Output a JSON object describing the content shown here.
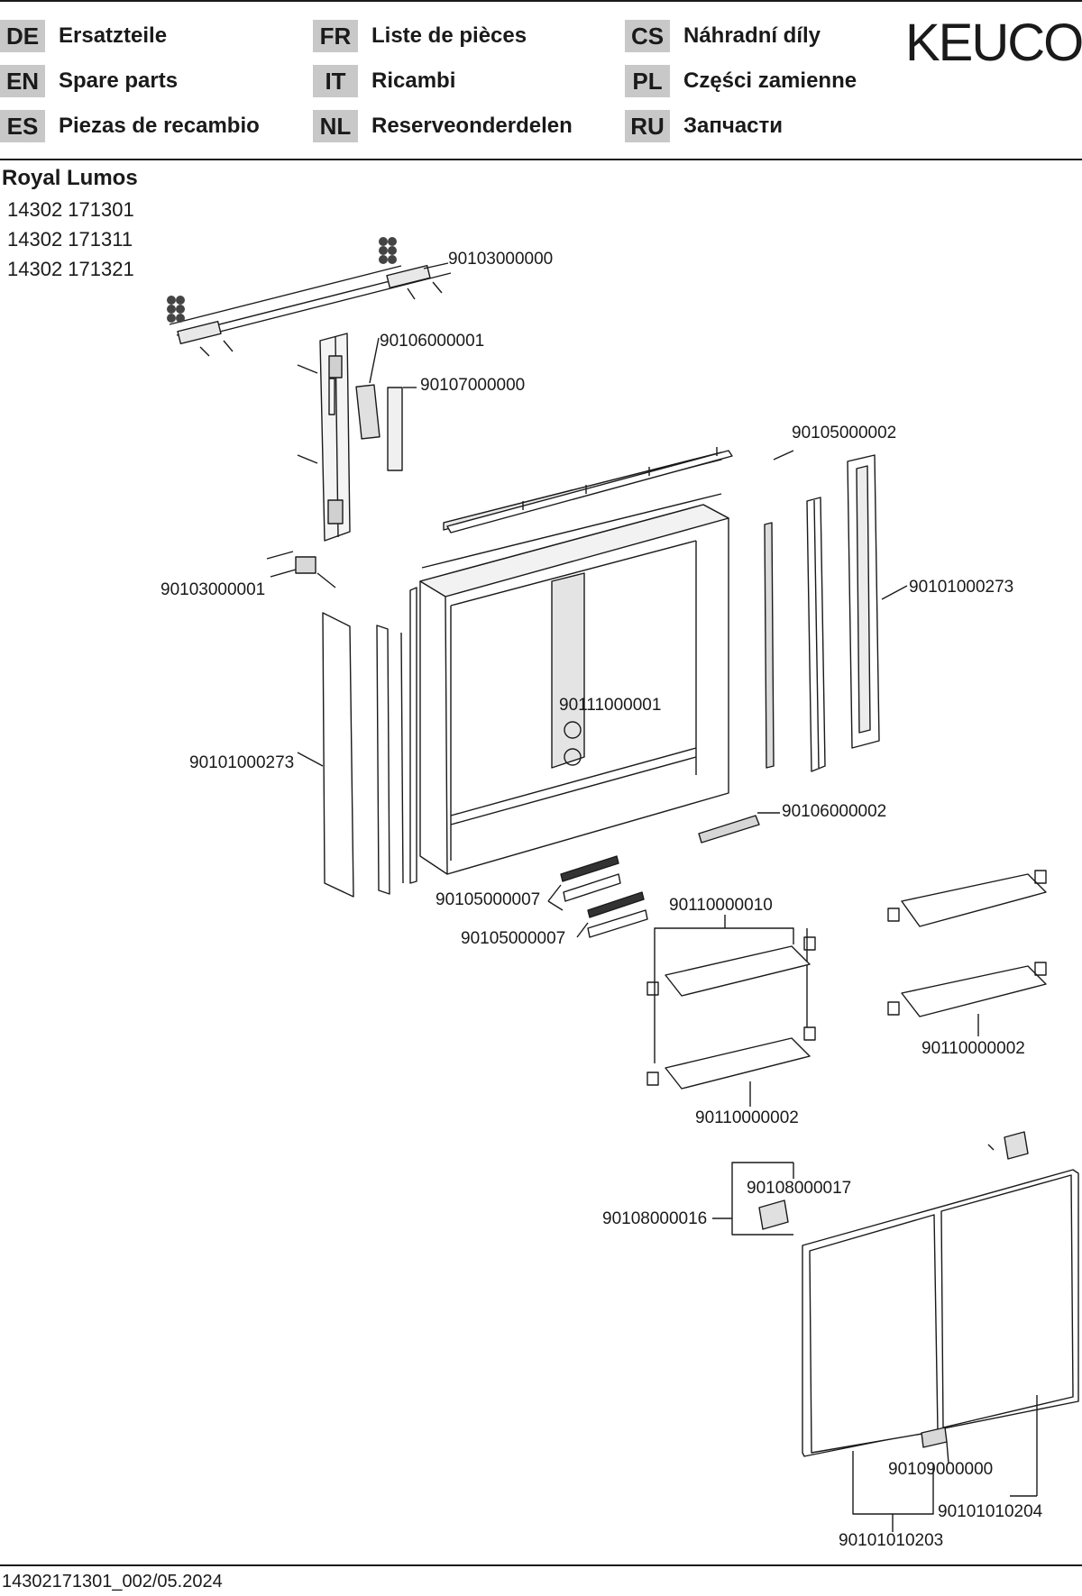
{
  "languages": [
    {
      "code": "DE",
      "label": "Ersatzteile"
    },
    {
      "code": "EN",
      "label": "Spare parts"
    },
    {
      "code": "ES",
      "label": "Piezas de recambio"
    },
    {
      "code": "FR",
      "label": "Liste de pièces"
    },
    {
      "code": "IT",
      "label": "Ricambi"
    },
    {
      "code": "NL",
      "label": "Reserveonderdelen"
    },
    {
      "code": "CS",
      "label": "Náhradní díly"
    },
    {
      "code": "PL",
      "label": "Części zamienne"
    },
    {
      "code": "RU",
      "label": "Запчасти"
    }
  ],
  "brand": "KEUCO",
  "product": {
    "name": "Royal Lumos",
    "articles": [
      "14302 171301",
      "14302 171311",
      "14302 171321"
    ]
  },
  "parts": {
    "mount_bar": "90103000000",
    "control_unit": "90106000001",
    "cover_strip": "90107000000",
    "led_strip_right": "90105000002",
    "side_panel_right": "90101000273",
    "bracket_left": "90103000001",
    "side_panel_left": "90101000273",
    "body": "90111000001",
    "switch_unit": "90106000002",
    "led_profile_a": "90105000007",
    "led_profile_b": "90105000007",
    "shelf_set": "90110000010",
    "shelf_right": "90110000002",
    "shelf_lower": "90110000002",
    "hinge_a": "90108000017",
    "hinge_b": "90108000016",
    "handle": "90109000000",
    "door_right": "90101010204",
    "door_left": "90101010203"
  },
  "footer": {
    "document": "14302171301_002/05.2024"
  }
}
